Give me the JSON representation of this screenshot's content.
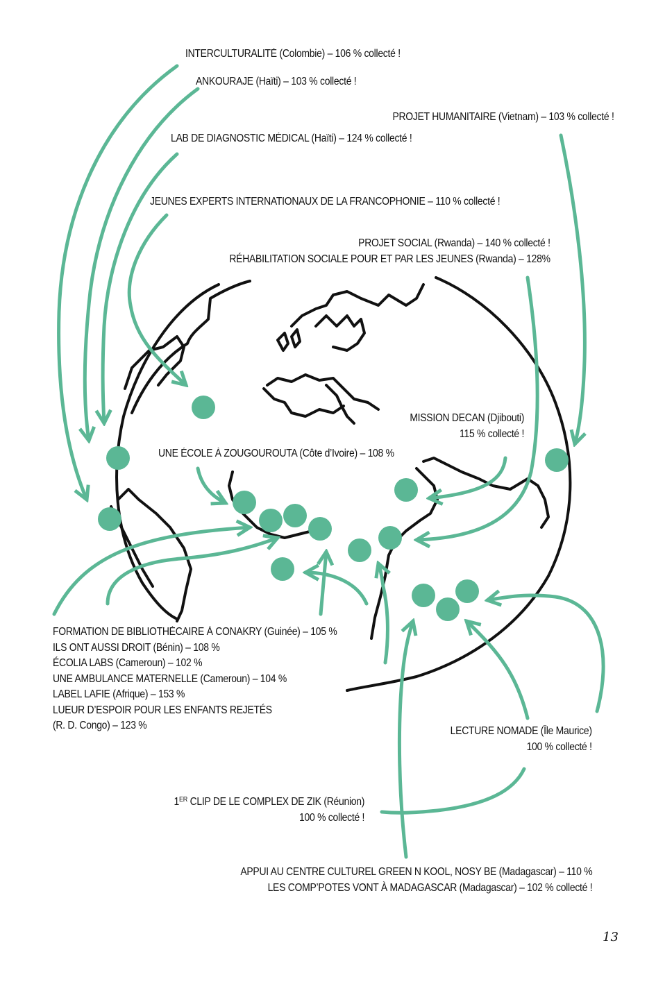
{
  "colors": {
    "accent": "#5bb795",
    "outline": "#111111",
    "background": "#ffffff"
  },
  "labels": {
    "interculturalite": "INTERCULTURALITÉ  (Colombie) – 106 % collecté !",
    "ankouraje": "ANKOURAJE (Haïti) – 103 % collecté !",
    "projet_humanitaire": "PROJET HUMANITAIRE (Vietnam) – 103 % collecté !",
    "lab_diagnostic": "LAB DE DIAGNOSTIC MÉDICAL (Haïti) – 124 % collecté !",
    "jeunes_experts": "JEUNES EXPERTS INTERNATIONAUX DE LA FRANCOPHONIE  – 110 % collecté !",
    "projet_social": "PROJET SOCIAL (Rwanda) – 140 % collecté !",
    "rehabilitation": "RÉHABILITATION SOCIALE POUR ET PAR LES JEUNES (Rwanda) – 128%",
    "mission_decan_1": "MISSION DECAN (Djibouti)",
    "mission_decan_2": "115 % collecté !",
    "ecole_zougourouta": "UNE ÉCOLE À ZOUGOUROUTA (Côte d’Ivoire) – 108 %",
    "west_africa_group": [
      "FORMATION DE BIBLIOTHÉCAIRE À CONAKRY (Guinée) – 105 %",
      "ILS ONT AUSSI DROIT (Bénin) – 108 %",
      "ÉCOLIA LABS (Cameroun) – 102 %",
      "UNE AMBULANCE MATERNELLE (Cameroun) – 104 %",
      "LABEL LAFIE (Afrique) – 153 %",
      "LUEUR D’ESPOIR POUR LES ENFANTS REJETÉS",
      "(R. D. Congo) – 123 %"
    ],
    "lecture_nomade_1": "LECTURE NOMADE (Île Maurice)",
    "lecture_nomade_2": "100 % collecté !",
    "clip_prefix": "1",
    "clip_sup": "ER",
    "clip_rest": " CLIP DE LE COMPLEX DE ZIK (Réunion)",
    "clip_2": "100 % collecté !",
    "madagascar_1": "APPUI AU CENTRE CULTUREL GREEN N KOOL, NOSY BE (Madagascar) – 110 %",
    "madagascar_2": "LES COMP’POTES VONT À MADAGASCAR (Madagascar) – 102 % collecté !"
  },
  "page_number": "13"
}
